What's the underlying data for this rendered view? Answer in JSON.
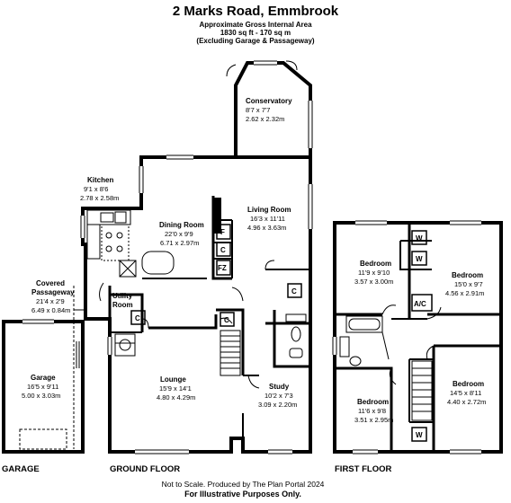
{
  "header": {
    "title": "2 Marks Road, Emmbrook",
    "area_label": "Approximate Gross Internal Area",
    "area_value": "1830 sq ft - 170 sq m",
    "area_note": "(Excluding Garage & Passageway)"
  },
  "rooms": {
    "conservatory": {
      "name": "Conservatory",
      "imperial": "8'7 x 7'7",
      "metric": "2.62 x 2.32m"
    },
    "kitchen": {
      "name": "Kitchen",
      "imperial": "9'1 x 8'6",
      "metric": "2.78 x 2.58m"
    },
    "living_room": {
      "name": "Living Room",
      "imperial": "16'3 x 11'11",
      "metric": "4.96 x 3.63m"
    },
    "dining_room": {
      "name": "Dining Room",
      "imperial": "22'0 x 9'9",
      "metric": "6.71 x 2.97m"
    },
    "covered_passageway": {
      "name1": "Covered",
      "name2": "Passageway",
      "imperial": "21'4 x 2'9",
      "metric": "6.49 x 0.84m"
    },
    "utility_room": {
      "name1": "Utility",
      "name2": "Room"
    },
    "garage": {
      "name": "Garage",
      "imperial": "16'5 x 9'11",
      "metric": "5.00 x 3.03m"
    },
    "lounge": {
      "name": "Lounge",
      "imperial": "15'9 x 14'1",
      "metric": "4.80 x 4.29m"
    },
    "study": {
      "name": "Study",
      "imperial": "10'2 x 7'3",
      "metric": "3.09 x 2.20m"
    },
    "bedroom_1": {
      "name": "Bedroom",
      "imperial": "11'9 x 9'10",
      "metric": "3.57 x 3.00m"
    },
    "bedroom_2": {
      "name": "Bedroom",
      "imperial": "15'0 x 9'7",
      "metric": "4.56 x 2.91m"
    },
    "bedroom_3": {
      "name": "Bedroom",
      "imperial": "11'6 x 9'8",
      "metric": "3.51 x 2.95m"
    },
    "bedroom_4": {
      "name": "Bedroom",
      "imperial": "14'5 x 8'11",
      "metric": "4.40 x 2.72m"
    }
  },
  "markers": {
    "fridge": "F",
    "cupboard": "C",
    "fz": "FZ",
    "wardrobe": "W",
    "airing": "A/C"
  },
  "floor_labels": {
    "garage": "GARAGE",
    "ground": "GROUND FLOOR",
    "first": "FIRST FLOOR"
  },
  "footer": {
    "disclaimer": "Not to Scale. Produced by The Plan Portal 2024",
    "purpose": "For Illustrative Purposes Only."
  }
}
